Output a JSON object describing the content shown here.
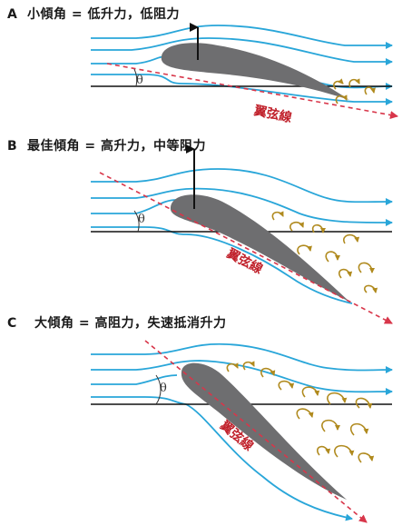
{
  "panels": [
    {
      "letter": "A",
      "caption": "小傾角 = 低升力，低阻力",
      "chord_label": "翼弦線",
      "angle_symbol": "θ"
    },
    {
      "letter": "B",
      "caption": "最佳傾角 = 高升力，中等阻力",
      "chord_label": "翼弦線",
      "angle_symbol": "θ"
    },
    {
      "letter": "C",
      "caption": "大傾角 = 高阻力，失速抵消升力",
      "chord_label": "翼弦線",
      "angle_symbol": "θ"
    }
  ],
  "colors": {
    "streamline": "#29a6d9",
    "airfoil": "#6e6e70",
    "chord": "#d8364a",
    "vortex": "#b08a1e",
    "lift_arrow": "#111111"
  }
}
